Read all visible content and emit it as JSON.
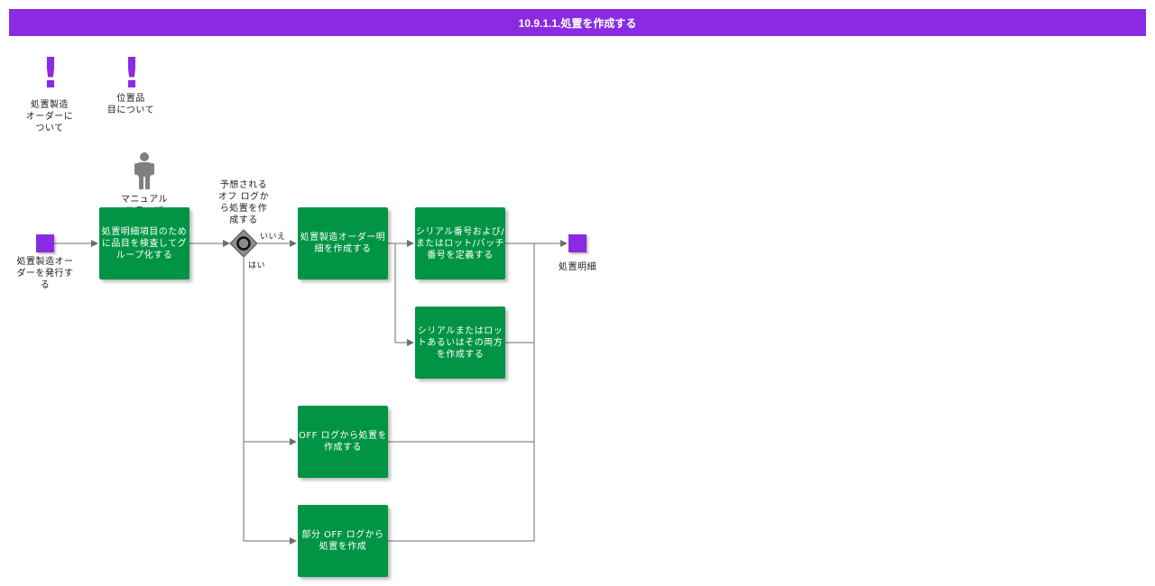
{
  "header": {
    "title": "10.9.1.1.処置を作成する"
  },
  "annotations": [
    {
      "glyph": "!",
      "label": "処置製造\nオーダーに\nついて"
    },
    {
      "glyph": "!",
      "label": "位置品\n目について"
    }
  ],
  "manual_step_label": "マニュアル\nステップ",
  "start_event_label": "処置製造オー\nダーを発行す\nる",
  "end_event_label": "処置明細",
  "tasks": {
    "group": "処置明細項目のために品目を検査してグループ化する",
    "create_order_detail": "処置製造オーダー明細を作成する",
    "define_serial_lot": "シリアル番号および/またはロット/バッチ番号を定義する",
    "create_serial_or_lot": "シリアルまたはロットあるいはその両方を作成する",
    "create_from_off_log": "OFF ログから処置を作成する",
    "create_from_partial_off_log": "部分 OFF ログから処置を作成"
  },
  "gateway": {
    "question": "予想される\nオフ ログか\nら処置を作\n成する",
    "no_label": "いいえ",
    "yes_label": "はい"
  },
  "colors": {
    "header": "#8a2be2",
    "task": "#009444",
    "event": "#8a2be2",
    "gateway": "#8c8c8c",
    "flow": "#6d6d6d"
  }
}
